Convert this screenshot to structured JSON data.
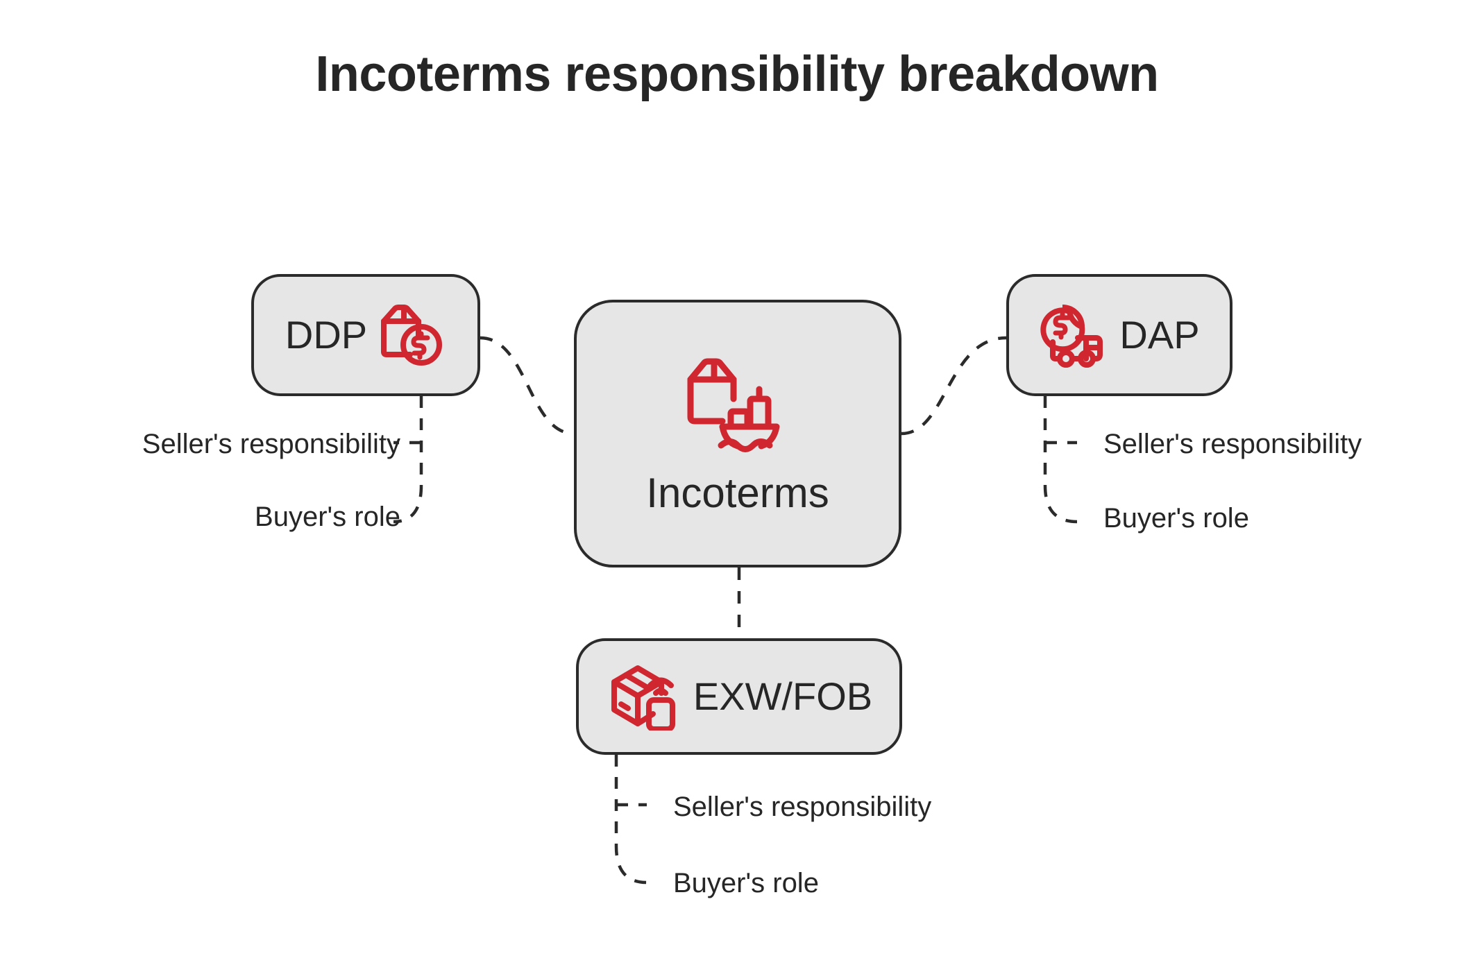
{
  "title": "Incoterms responsibility breakdown",
  "colors": {
    "background": "#ffffff",
    "node_fill": "#e6e6e6",
    "node_border": "#2b2b2b",
    "text": "#262626",
    "icon_accent": "#cf2630",
    "connector": "#2b2b2b"
  },
  "center": {
    "label": "Incoterms",
    "icon": "package-ship-icon"
  },
  "nodes": [
    {
      "id": "ddp",
      "label": "DDP",
      "icon": "package-dollar-icon",
      "icon_position": "right",
      "branches": [
        {
          "label": "Seller's responsibility"
        },
        {
          "label": "Buyer's role"
        }
      ]
    },
    {
      "id": "dap",
      "label": "DAP",
      "icon": "dollar-truck-icon",
      "icon_position": "left",
      "branches": [
        {
          "label": "Seller's responsibility"
        },
        {
          "label": "Buyer's role"
        }
      ]
    },
    {
      "id": "exwfob",
      "label": "EXW/FOB",
      "icon": "package-tracking-icon",
      "icon_position": "left",
      "branches": [
        {
          "label": "Seller's responsibility"
        },
        {
          "label": "Buyer's role"
        }
      ]
    }
  ]
}
